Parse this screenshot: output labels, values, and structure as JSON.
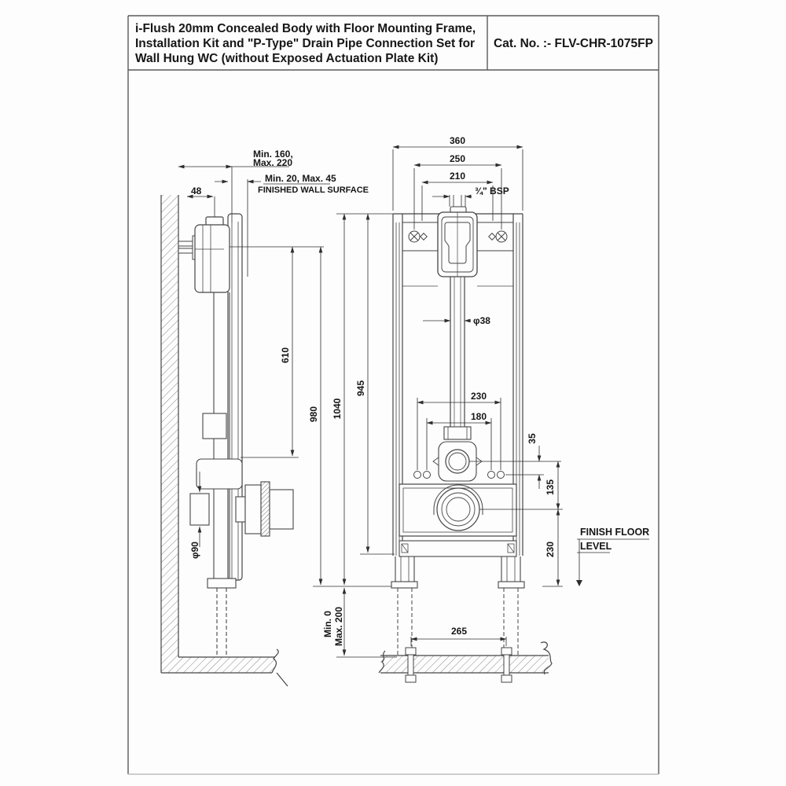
{
  "title_block": {
    "description_line1": "i-Flush 20mm Concealed Body with Floor Mounting Frame,",
    "description_line2": "Installation Kit and \"P-Type\" Drain Pipe Connection Set for",
    "description_line3": "Wall Hung WC (without Exposed Actuation Plate Kit)",
    "catalog_number": "Cat. No. :- FLV-CHR-1075FP"
  },
  "side_view": {
    "dim_body_depth": "48",
    "dim_wall_distance_line1": "Min. 160,",
    "dim_wall_distance_line2": "Max. 220",
    "dim_finish_depth": "Min. 20, Max. 45",
    "finished_wall_label": "FINISHED WALL SURFACE",
    "dim_flush_bend_height": "610",
    "dim_height_980": "980",
    "dim_overall_height": "1040",
    "dim_frame_height": "945",
    "dim_drain_diameter": "φ90",
    "dim_floor_adjust_line1": "Min. 0",
    "dim_floor_adjust_line2": "Max. 200"
  },
  "front_view": {
    "dim_frame_width": "360",
    "dim_fixing_width": "250",
    "dim_inner_width": "210",
    "dim_inlet": "¾\" BSP",
    "dim_flush_pipe_diameter": "φ38",
    "dim_bolt_spacing_outer": "230",
    "dim_bolt_spacing_inner": "180",
    "dim_offset_35": "35",
    "dim_offset_135": "135",
    "dim_drain_height": "230",
    "dim_anchor_spacing": "265",
    "finish_floor_label_line1": "FINISH FLOOR",
    "finish_floor_label_line2": "LEVEL"
  },
  "colors": {
    "line": "#454545",
    "dim": "#2e2e2e",
    "text": "#161616"
  }
}
